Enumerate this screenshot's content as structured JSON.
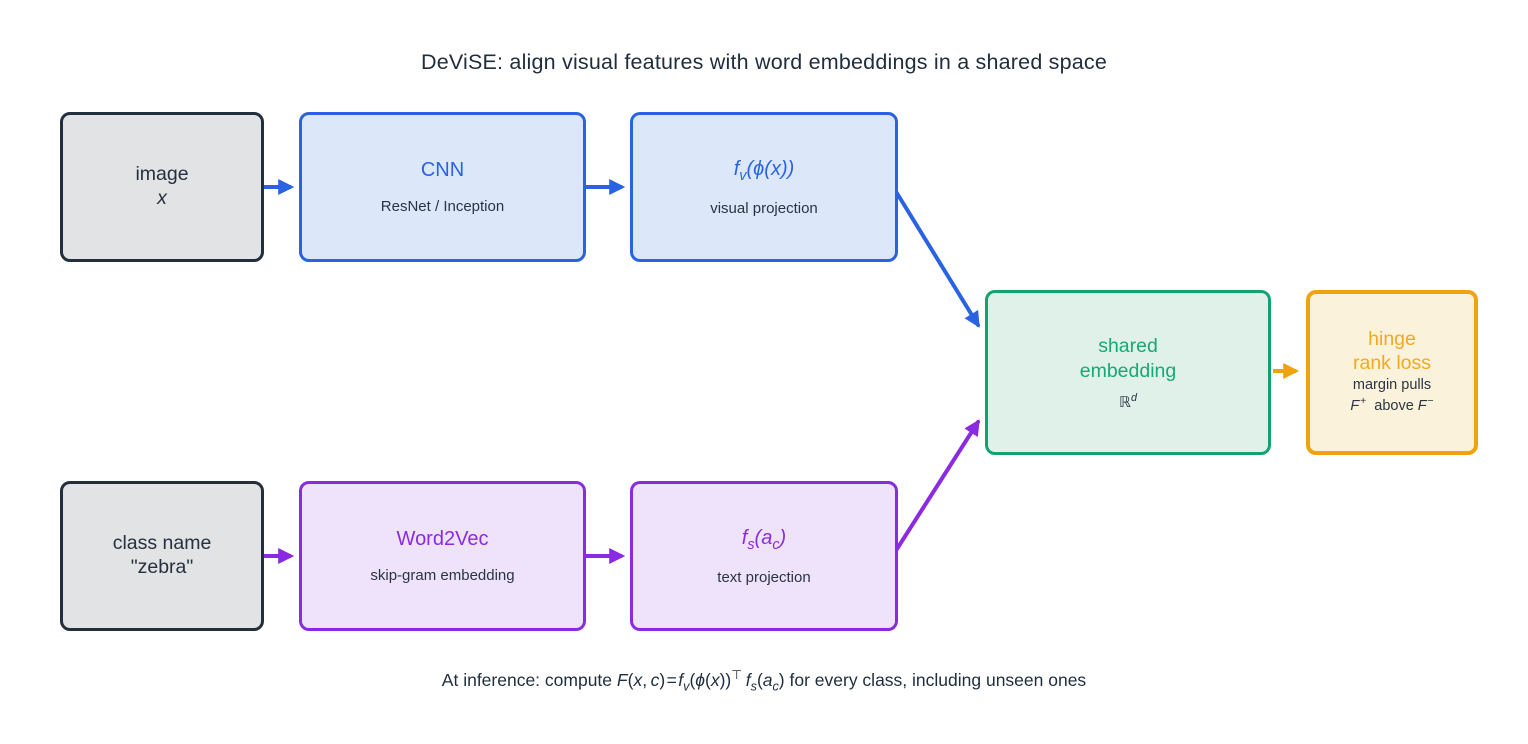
{
  "title": "DeViSE: align visual features with word embeddings in a shared space",
  "caption_html": "At inference: compute <i>F</i>(<i>x</i>,&#8201;<i>c</i>)&#8202;=&#8202;<i>f</i><sub><i>v</i></sub>(<i>ϕ</i>(<i>x</i>))<sup>⊤</sup>&#8201;<i>f</i><sub><i>s</i></sub>(<i>a</i><sub><i>c</i></sub>) for every class, including unseen ones",
  "nodes": {
    "image_input": {
      "line1": "image",
      "line2": "x"
    },
    "cnn": {
      "title": "CNN",
      "subtitle": "ResNet / Inception"
    },
    "visual_projection": {
      "title_html": "f<sub>v</sub>(ϕ(x))",
      "subtitle": "visual projection"
    },
    "class_name_input": {
      "line1": "class name",
      "line2": "\"zebra\""
    },
    "word2vec": {
      "title": "Word2Vec",
      "subtitle": "skip-gram embedding"
    },
    "text_projection": {
      "title_html": "f<sub>s</sub>(a<sub>c</sub>)",
      "subtitle": "text projection"
    },
    "shared_embedding": {
      "title": "shared\nembedding",
      "subtitle_html": "ℝ<sup>d</sup>"
    },
    "hinge_loss": {
      "title": "hinge\nrank loss",
      "subtitle_line1": "margin pulls",
      "subtitle_line2_html": "<i>F</i><sup>&#8202;+</sup>&nbsp; above <i>F</i><sup>&#8202;−</sup>"
    }
  },
  "colors": {
    "blue": "#2a63e2",
    "purple": "#8a2be2",
    "green": "#12a46e",
    "orange": "#f0a311",
    "dark": "#1f2d3d"
  }
}
